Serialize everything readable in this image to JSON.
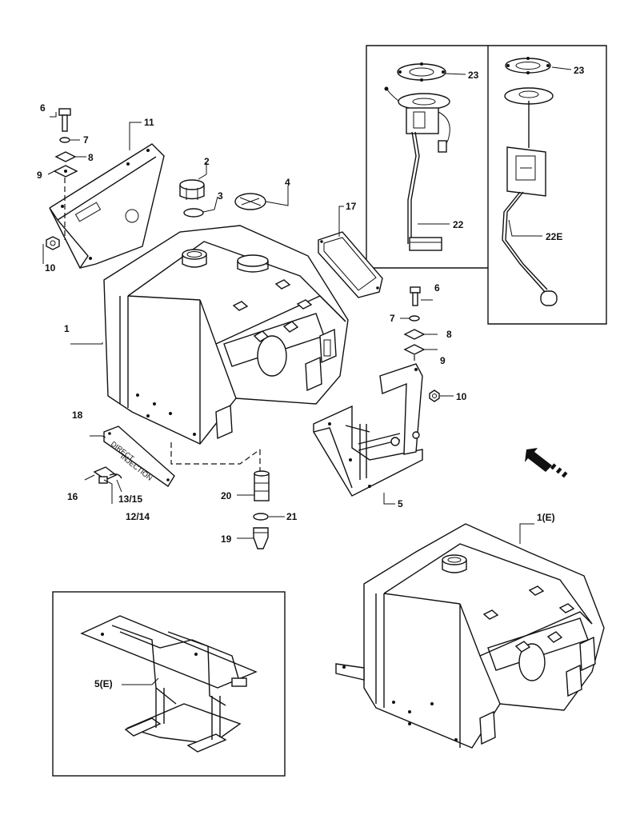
{
  "callouts": {
    "c1": "1",
    "c2": "2",
    "c3": "3",
    "c4": "4",
    "c5": "5",
    "c6a": "6",
    "c7a": "7",
    "c8a": "8",
    "c9a": "9",
    "c10a": "10",
    "c11": "11",
    "c12_14": "12/14",
    "c13_15": "13/15",
    "c16": "16",
    "c17": "17",
    "c18": "18",
    "c19": "19",
    "c20": "20",
    "c21": "21",
    "c22": "22",
    "c22e": "22E",
    "c23a": "23",
    "c23b": "23",
    "c6b": "6",
    "c7b": "7",
    "c8b": "8",
    "c9b": "9",
    "c10b": "10",
    "c1e": "1(E)",
    "c5e": "5(E)"
  },
  "plate": {
    "line1": "DIRECT",
    "line2": "INJECTION"
  }
}
